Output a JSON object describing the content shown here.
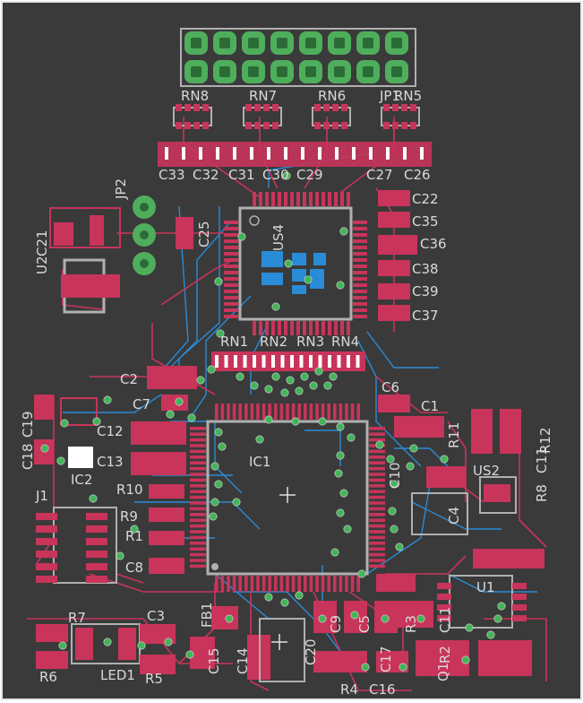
{
  "board": {
    "background_color": "#3a3a3a",
    "copper_top_color": "#c8345a",
    "copper_bottom_color": "#2a8bd6",
    "via_color": "#45b35a",
    "silkscreen_color": "#d9d9d9"
  },
  "labels": {
    "rn8": "RN8",
    "rn7": "RN7",
    "rn6": "RN6",
    "rn5": "RN5",
    "jp1": "JP1",
    "c33": "C33",
    "c32": "C32",
    "c31": "C31",
    "c30": "C30",
    "c29": "C29",
    "c27": "C27",
    "c26": "C26",
    "c22": "C22",
    "c35": "C35",
    "c36": "C36",
    "c38": "C38",
    "c39": "C39",
    "c37": "C37",
    "jp2": "JP2",
    "c21": "C21",
    "u2": "U2",
    "c25": "C25",
    "us4": "US4",
    "rn1": "RN1",
    "rn2": "RN2",
    "rn3": "RN3",
    "rn4": "RN4",
    "c2": "C2",
    "c7": "C7",
    "c6": "C6",
    "c1": "C1",
    "r11": "R11",
    "c19": "C19",
    "c18": "C18",
    "c12": "C12",
    "c13": "C13",
    "ic2": "IC2",
    "ic1": "IC1",
    "j1": "J1",
    "r10": "R10",
    "r9": "R9",
    "r1": "R1",
    "c8": "C8",
    "c10": "C10",
    "c4": "C4",
    "us2": "US2",
    "r8": "R8",
    "c11": "C11",
    "r12": "R12",
    "u1": "U1",
    "r7": "R7",
    "c3": "C3",
    "fb1": "FB1",
    "c15": "C15",
    "c14": "C14",
    "r6": "R6",
    "led1": "LED1",
    "r5": "R5",
    "c9": "C9",
    "c5": "C5",
    "r2": "R2",
    "r3": "R3",
    "c20": "C20",
    "c17": "C17",
    "r4": "R4",
    "c16": "C16",
    "q1": "Q1"
  }
}
